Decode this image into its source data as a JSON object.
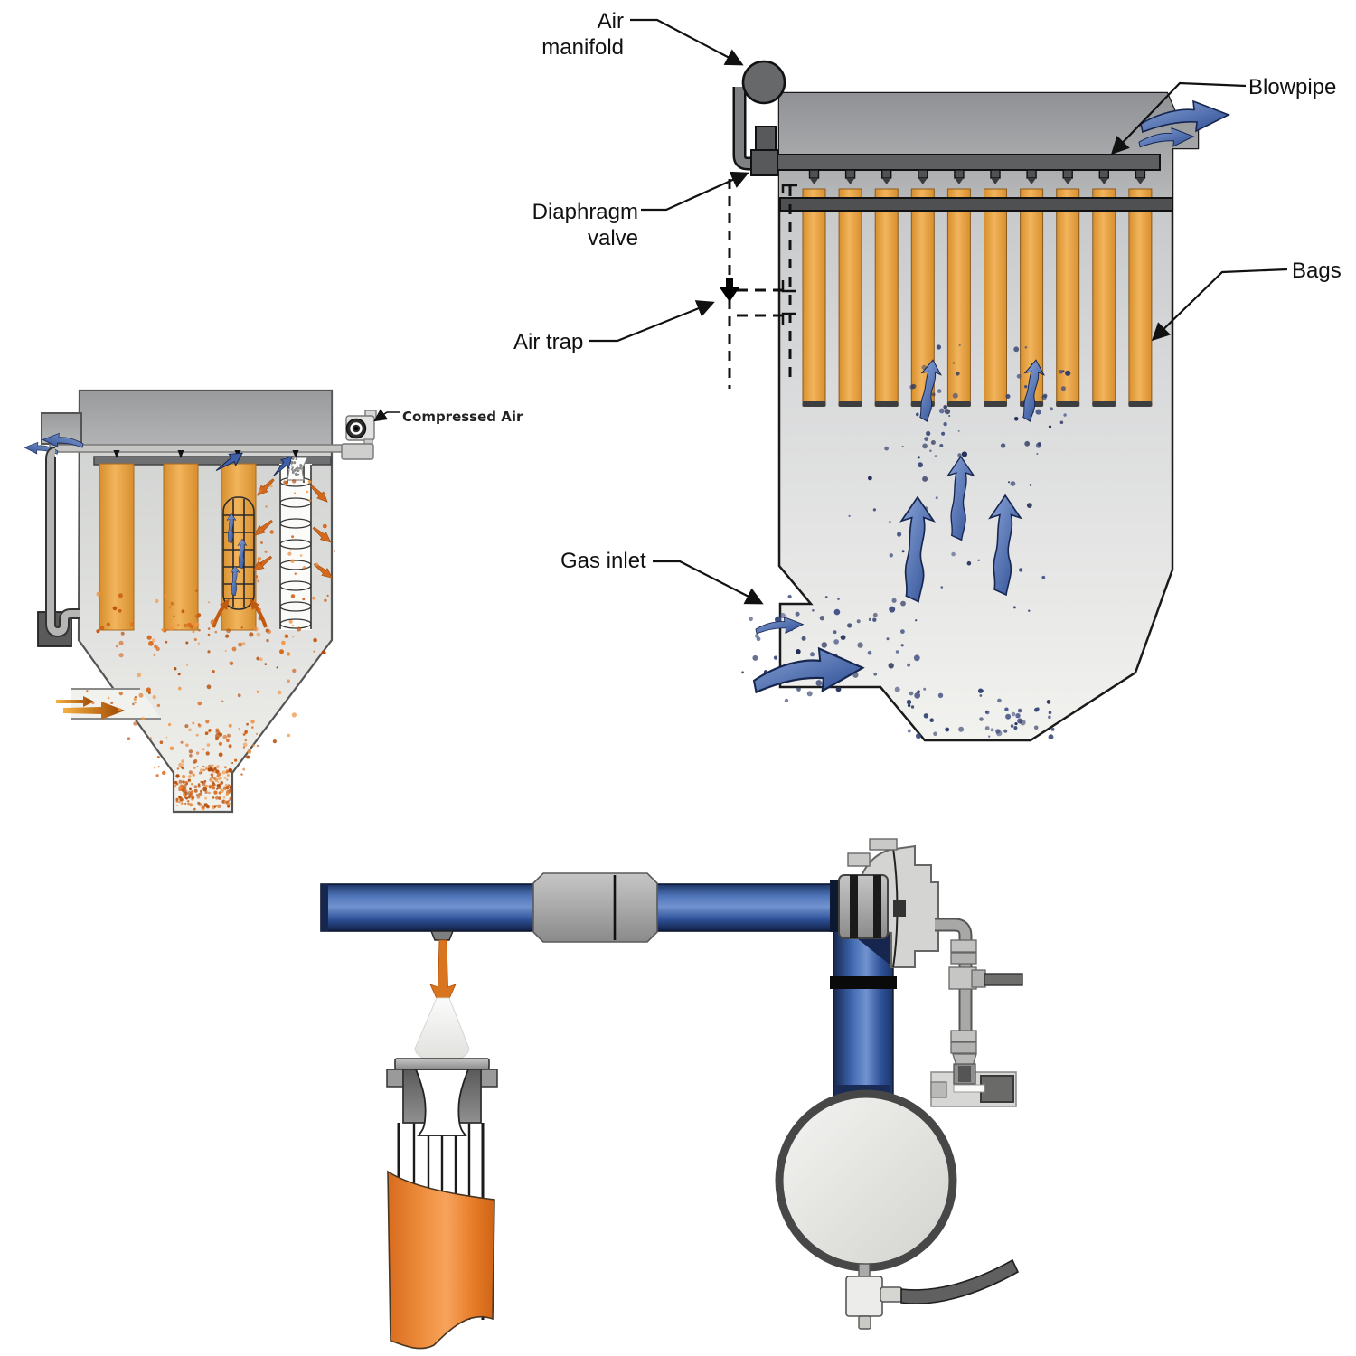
{
  "labels": {
    "air_manifold_line1": "Air",
    "air_manifold_line2": "manifold",
    "blowpipe": "Blowpipe",
    "diaphragm_line1": "Diaphragm",
    "diaphragm_line2": "valve",
    "air_trap": "Air trap",
    "bags": "Bags",
    "gas_inlet": "Gas inlet",
    "compressed_air": "Compressed Air"
  },
  "colors": {
    "arrow_blue": "#3f66ae",
    "bag_orange": "#eda74f",
    "dust_blue": "#2e3d6e",
    "particle_orange": "#d9691c",
    "pipe_blue": "#3a5fa8",
    "label_text": "#111111"
  }
}
